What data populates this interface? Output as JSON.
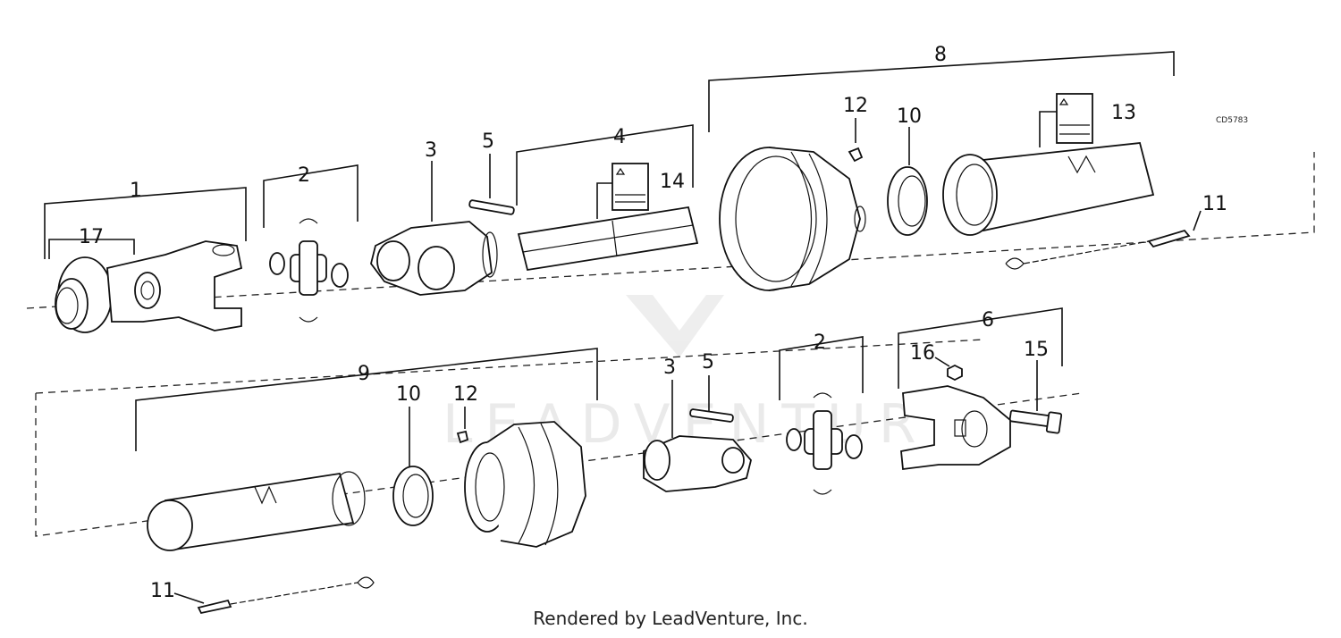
{
  "diagram": {
    "drawing_code": "CD5783",
    "watermark_text": "LEADVENTURE",
    "callouts": [
      "1",
      "17",
      "2",
      "3",
      "5",
      "4",
      "14",
      "8",
      "12",
      "10",
      "13",
      "11",
      "9",
      "10",
      "12",
      "3",
      "5",
      "2",
      "6",
      "16",
      "15",
      "11"
    ]
  },
  "footer": {
    "credit": "Rendered by LeadVenture, Inc."
  }
}
